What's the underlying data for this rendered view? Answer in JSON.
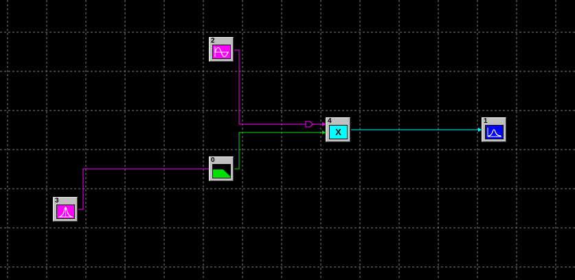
{
  "diagram": {
    "background": "#000000",
    "grid_color": "#7f7f7f",
    "blocks": [
      {
        "id": "3",
        "kind": "noise-source",
        "icon": "gaussian-pdf-icon",
        "face_color": "#ff00ff"
      },
      {
        "id": "2",
        "kind": "sine-generator",
        "icon": "sine-wave-icon",
        "face_color": "#ff00ff"
      },
      {
        "id": "0",
        "kind": "lowpass-filter",
        "icon": "filter-response-icon",
        "face_color": "#00e000"
      },
      {
        "id": "4",
        "kind": "multiplier",
        "icon": "multiply-icon",
        "label": "X",
        "face_color": "#00ffff"
      },
      {
        "id": "1",
        "kind": "signal-sink",
        "icon": "plot-icon",
        "face_color": "#0000ff"
      }
    ],
    "wires": [
      {
        "from": "3",
        "to": "0",
        "color": "#ff00ff"
      },
      {
        "from": "2",
        "to": "4",
        "color": "#ff00ff"
      },
      {
        "from": "0",
        "to": "4",
        "color": "#00e000"
      },
      {
        "from": "4",
        "to": "1",
        "color": "#00ffff"
      }
    ]
  }
}
